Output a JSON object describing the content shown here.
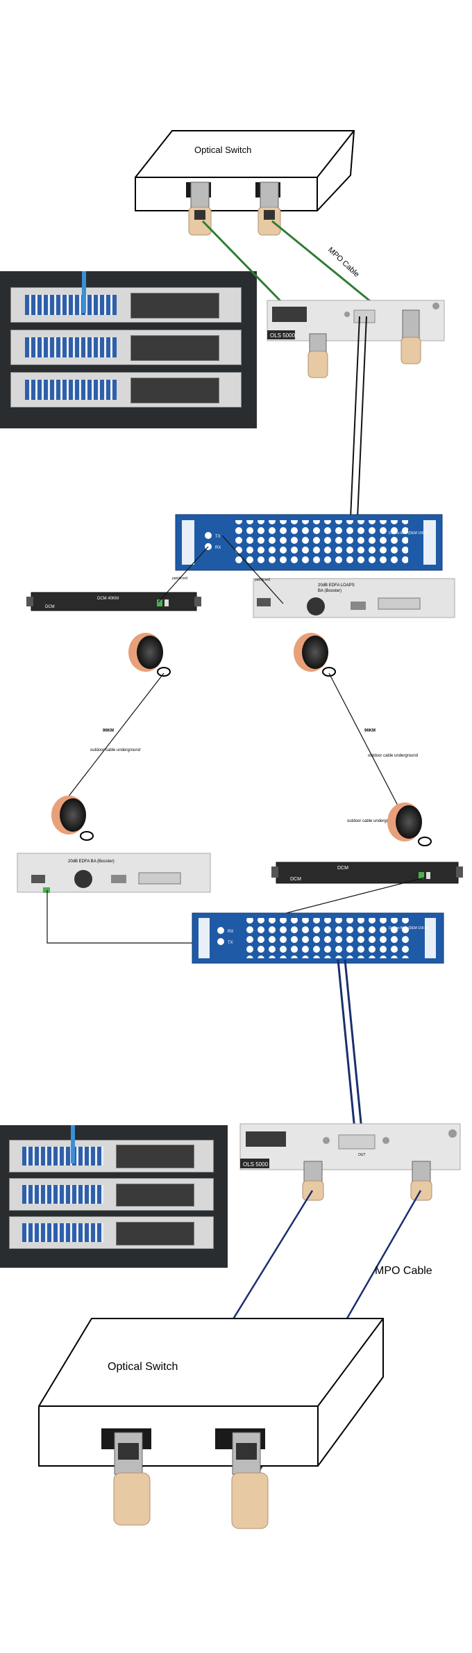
{
  "top_switch": {
    "label": "Optical Switch"
  },
  "top_mpo_label": "MPO Cable",
  "top_module": {
    "badge": "OLS 5000"
  },
  "mux_top": {
    "tx": "TX",
    "rx": "RX",
    "title": "Duplex fiber (DEM 100-2)"
  },
  "dcm_left_top": {
    "title": "DCM 40KM",
    "tag": "DCM",
    "patch": "patchcord"
  },
  "edfa_right_top": {
    "title": "20dB EDFA LOAPS",
    "subtitle": "BA (Booster)",
    "patch": "patchcord"
  },
  "span_left": {
    "distance": "96KM",
    "cable": "outdoor cable underground"
  },
  "span_right": {
    "distance": "96KM",
    "cable": "outdoor cable underground",
    "cable2": "outdoor cable underground"
  },
  "edfa_left_bottom": {
    "title": "20dB EDFA BA (Booster)"
  },
  "dcm_right_bottom": {
    "title": "DCM",
    "tag": "DCM"
  },
  "mux_bottom": {
    "tx": "TX",
    "rx": "RX",
    "title": "Duplex fiber (DEM 100-2)"
  },
  "bottom_module": {
    "badge": "OLS 5000",
    "out": "OUT"
  },
  "bottom_mpo_label": "MPO Cable",
  "bottom_switch": {
    "label": "Optical Switch"
  },
  "colors": {
    "mux_blue": "#1f5aa6",
    "green_cable": "#2e7d32",
    "navy_cable": "#1a2f6e",
    "module_tan": "#e7c9a3"
  }
}
